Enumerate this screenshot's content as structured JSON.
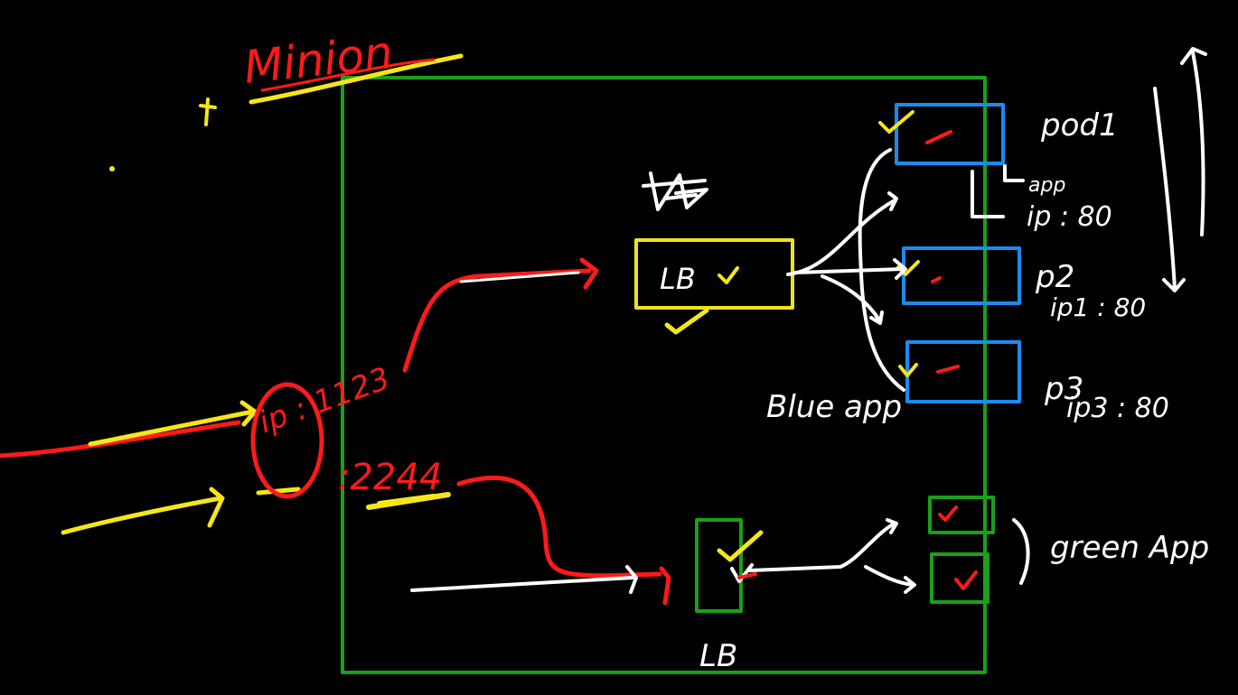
{
  "colors": {
    "background": "#000000",
    "node_outline": "#1aa01a",
    "load_balancer_blue": "#f0e21a",
    "blue_pod": "#1a8cf0",
    "green_pod": "#1aa01a",
    "ink_white": "#ffffff",
    "ink_red": "#ff1a1a",
    "ink_yellow": "#f5e61a"
  },
  "labels": {
    "title": "Minion",
    "lb_top": "LB",
    "lb_bottom": "LB",
    "ip_port_top": "ip : 1123",
    "ip_port_bottom": ":2244",
    "pod1": "pod1",
    "pod1_app": "app",
    "pod1_ip": "ip : 80",
    "p2": "p2",
    "p2_ip": "ip1 : 80",
    "p3": "p3",
    "p3_ip": "ip3 : 80",
    "blue_app": "Blue app",
    "green_app": "green App"
  },
  "icons": {
    "check": "check-mark-icon",
    "arrow": "arrow-icon",
    "scribble": "scribble-icon"
  }
}
